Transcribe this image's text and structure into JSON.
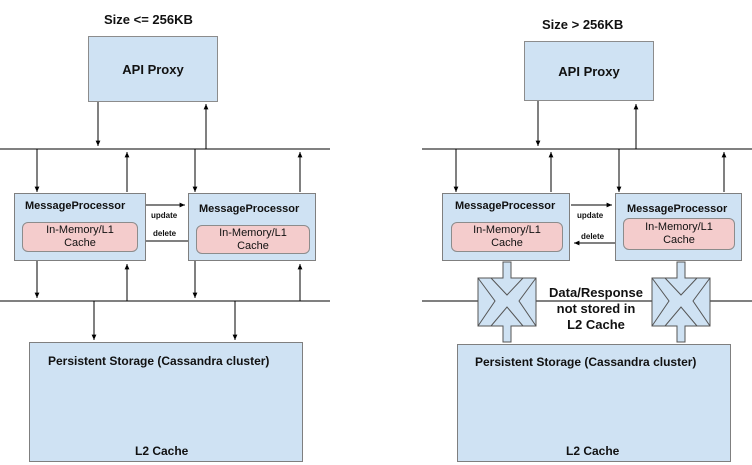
{
  "left": {
    "heading": "Size <= 256KB",
    "api_proxy": "API Proxy",
    "mp_left": {
      "title": "MessageProcessor",
      "cache": "In-Memory/L1\nCache"
    },
    "mp_right": {
      "title": "MessageProcessor",
      "cache": "In-Memory/L1\nCache"
    },
    "update": "update",
    "delete": "delete",
    "storage_title": "Persistent Storage (Cassandra cluster)",
    "l2": "L2 Cache"
  },
  "right": {
    "heading": "Size > 256KB",
    "api_proxy": "API Proxy",
    "mp_left": {
      "title": "MessageProcessor",
      "cache": "In-Memory/L1\nCache"
    },
    "mp_right": {
      "title": "MessageProcessor",
      "cache": "In-Memory/L1\nCache"
    },
    "update": "update",
    "delete": "delete",
    "note": "Data/Response\nnot stored in\nL2 Cache",
    "storage_title": "Persistent Storage (Cassandra cluster)",
    "l2": "L2 Cache"
  },
  "colors": {
    "box_fill": "#cfe2f3",
    "cache_fill": "#f4cccc",
    "line": "#000000"
  }
}
